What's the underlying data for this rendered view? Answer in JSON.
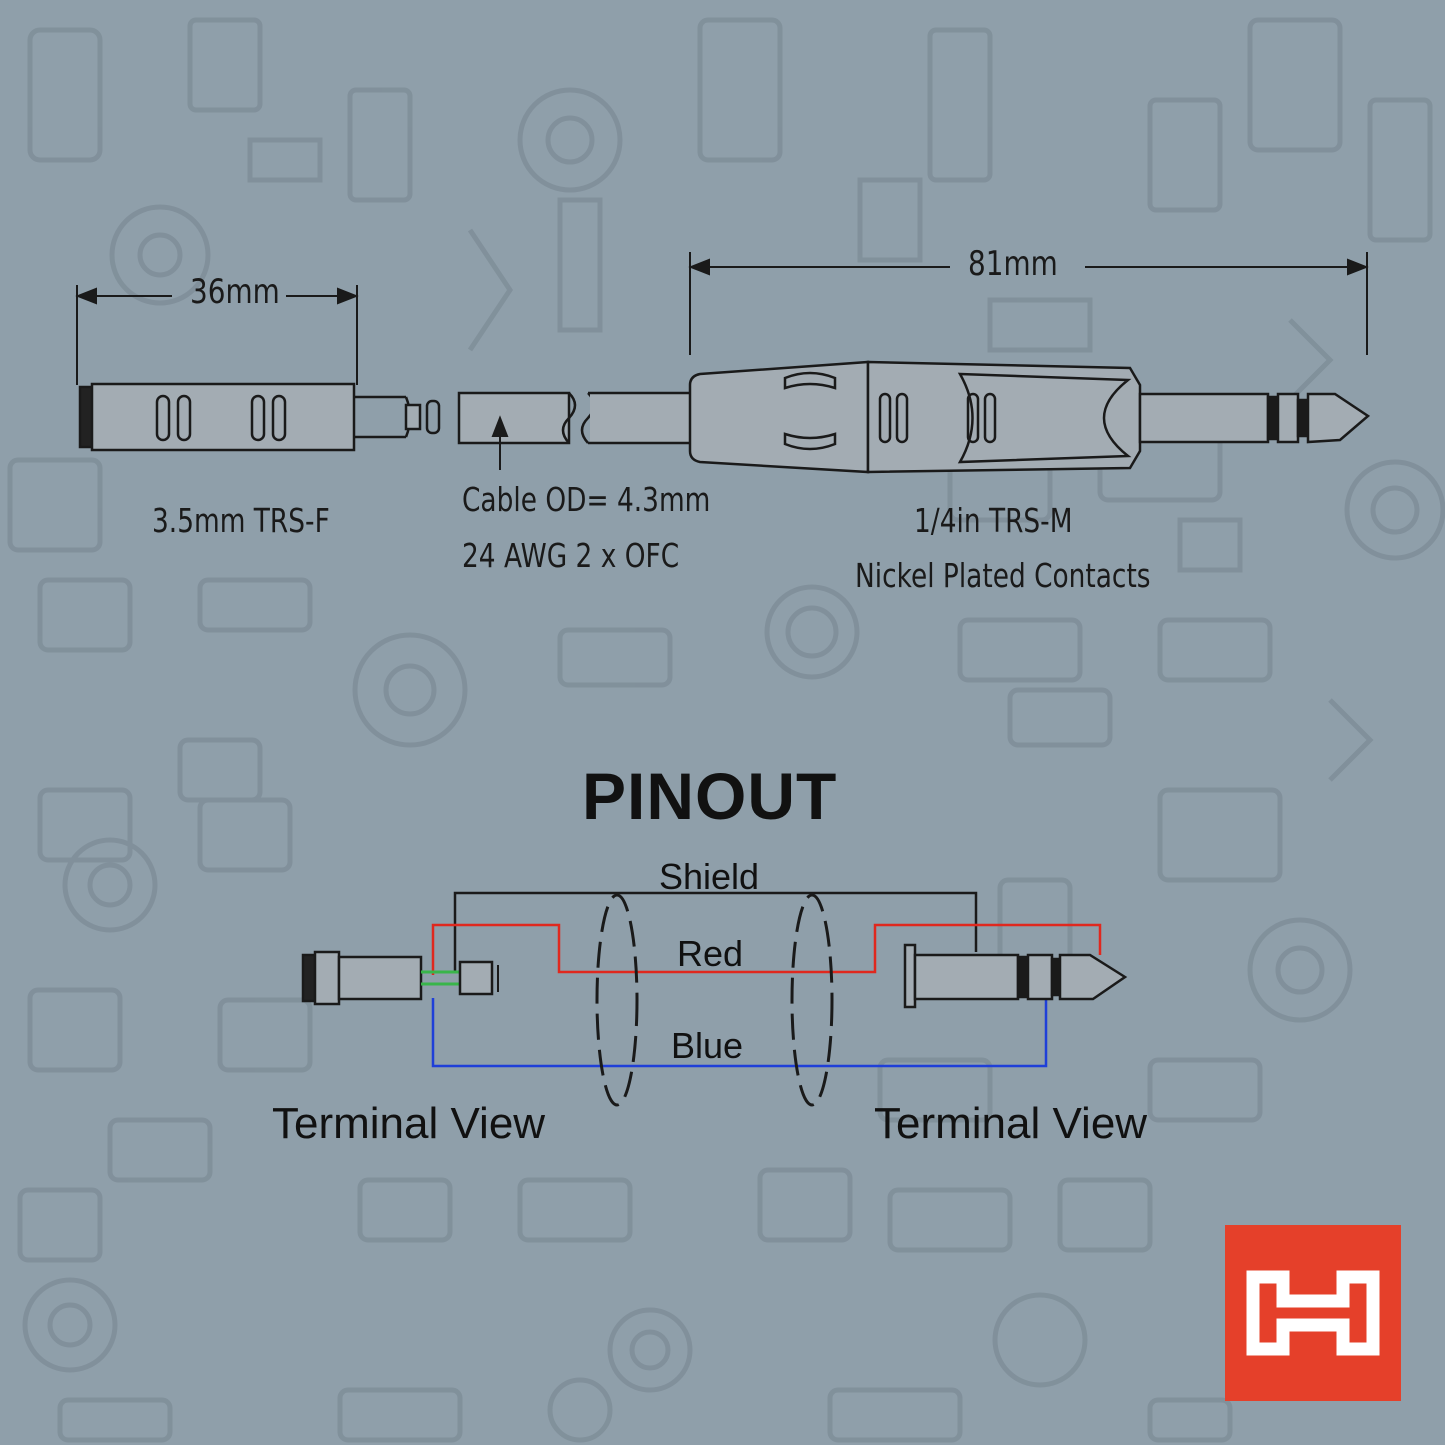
{
  "dimensions": {
    "left_length": "36mm",
    "right_length": "81mm"
  },
  "connectors": {
    "left_label": "3.5mm TRS-F",
    "cable_od": "Cable OD= 4.3mm",
    "cable_gauge": "24 AWG 2 x OFC",
    "right_label_1": "1/4in TRS-M",
    "right_label_2": "Nickel Plated Contacts"
  },
  "pinout": {
    "title": "PINOUT",
    "wires": {
      "shield": "Shield",
      "red": "Red",
      "blue": "Blue"
    },
    "left_view": "Terminal View",
    "right_view": "Terminal View"
  },
  "colors": {
    "background": "#8f9faa",
    "pattern": "#7f8e99",
    "connector_fill": "#a3acb3",
    "red_wire": "#e0281e",
    "blue_wire": "#1f3fd8",
    "shield_wire": "#1a1a1a",
    "green_wire": "#39b54a",
    "logo_bg": "#e5402a"
  },
  "logo": {
    "icon": "brand-logo-icon"
  }
}
